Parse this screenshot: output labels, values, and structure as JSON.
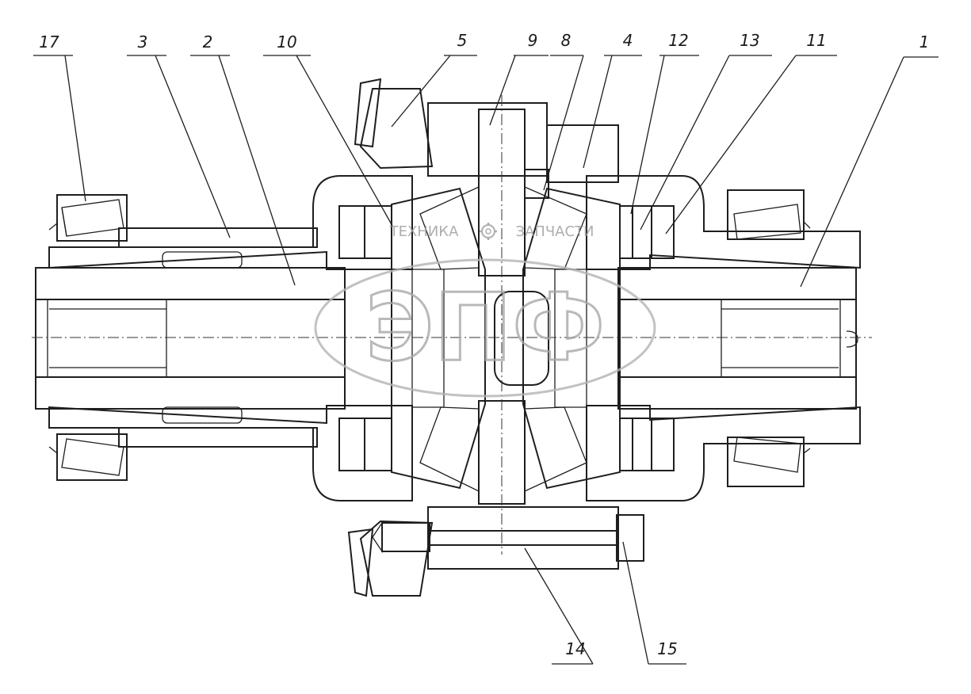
{
  "callouts": [
    {
      "id": "17",
      "text": "17"
    },
    {
      "id": "3",
      "text": "3"
    },
    {
      "id": "2",
      "text": "2"
    },
    {
      "id": "10",
      "text": "10"
    },
    {
      "id": "5",
      "text": "5"
    },
    {
      "id": "9",
      "text": "9"
    },
    {
      "id": "8",
      "text": "8"
    },
    {
      "id": "4",
      "text": "4"
    },
    {
      "id": "12",
      "text": "12"
    },
    {
      "id": "13",
      "text": "13"
    },
    {
      "id": "11",
      "text": "11"
    },
    {
      "id": "1",
      "text": "1"
    },
    {
      "id": "14",
      "text": "14"
    },
    {
      "id": "15",
      "text": "15"
    }
  ],
  "watermark": {
    "left": "ТЕХНИКА",
    "right": "ЗАПЧАСТИ",
    "logo": "ЭПФ",
    "icon": "gear-icon"
  }
}
